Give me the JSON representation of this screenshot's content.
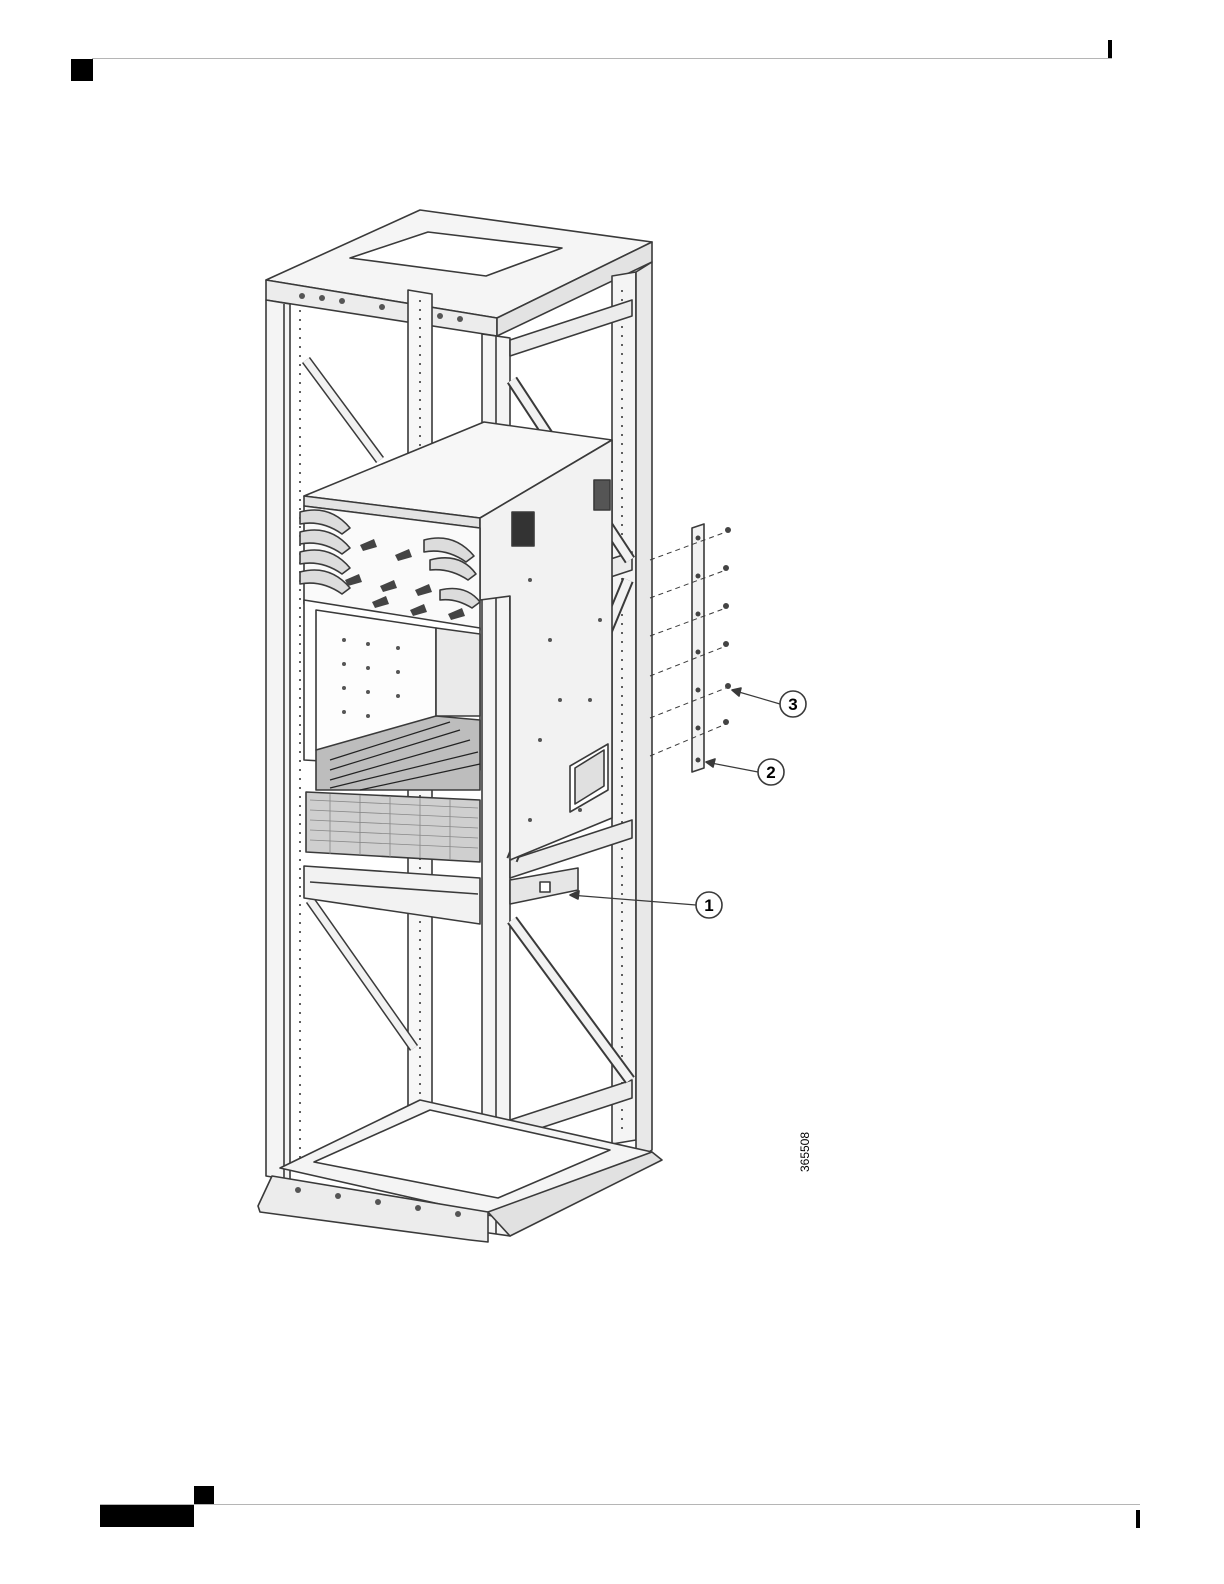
{
  "figure": {
    "callouts": [
      {
        "label": "1"
      },
      {
        "label": "2"
      },
      {
        "label": "3"
      }
    ],
    "figure_id": "365508",
    "line_color": "#3a3a3a",
    "fill_light": "#f2f2f2",
    "fill_dark": "#d9d9d9"
  }
}
